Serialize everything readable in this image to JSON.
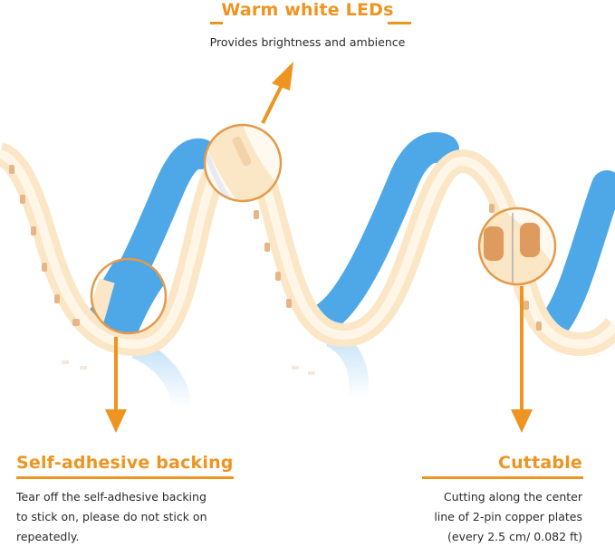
{
  "colors": {
    "accent": "#ee9420",
    "tape_blue": "#4ea8e8",
    "led_glow": "#fbe6c6",
    "led_chip": "#e7b586",
    "text": "#2a2a2a"
  },
  "callouts": {
    "top": {
      "title": "Warm white LEDs",
      "lines": [
        "Provides brightness and ambience"
      ]
    },
    "left": {
      "title": "Self-adhesive backing",
      "lines": [
        "Tear off the self-adhesive backing",
        "to stick on, please do not stick on",
        "repeatedly."
      ]
    },
    "right": {
      "title": "Cuttable",
      "lines": [
        "Cutting along the center",
        "line of 2-pin copper plates",
        "(every 2.5 cm/ 0.082 ft)"
      ]
    }
  },
  "icons": {
    "top_arrow": "arrow-up-right-icon",
    "left_arrow": "arrow-down-icon",
    "right_arrow": "arrow-down-icon"
  }
}
